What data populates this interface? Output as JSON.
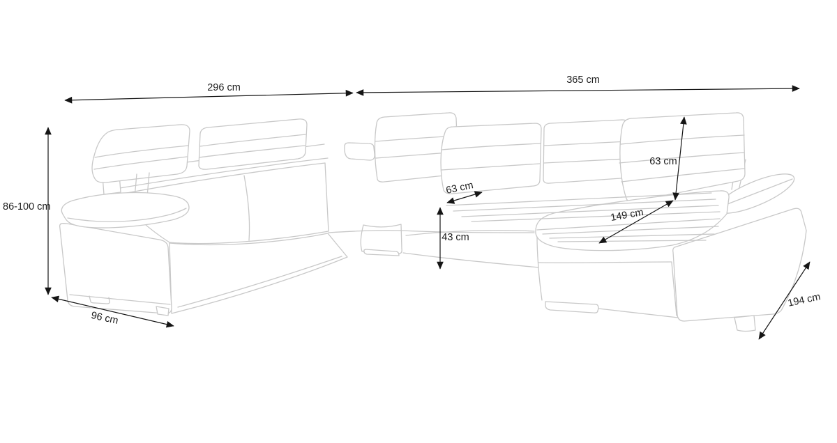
{
  "diagram": {
    "subject": "U-shaped corner sofa line drawing with measurements",
    "dimension_labels": {
      "total_width_left": "296 cm",
      "total_width_right": "365 cm",
      "height_adjustable": "86-100 cm",
      "armrest_depth": "96 cm",
      "seat_depth": "63 cm",
      "seat_height": "43 cm",
      "backrest_height": "63 cm",
      "chaise_depth": "149 cm",
      "side_depth": "194 cm"
    },
    "colors": {
      "background": "#ffffff",
      "sofa_outline": "#c8c8c8",
      "dimension_ink": "#151515"
    }
  }
}
